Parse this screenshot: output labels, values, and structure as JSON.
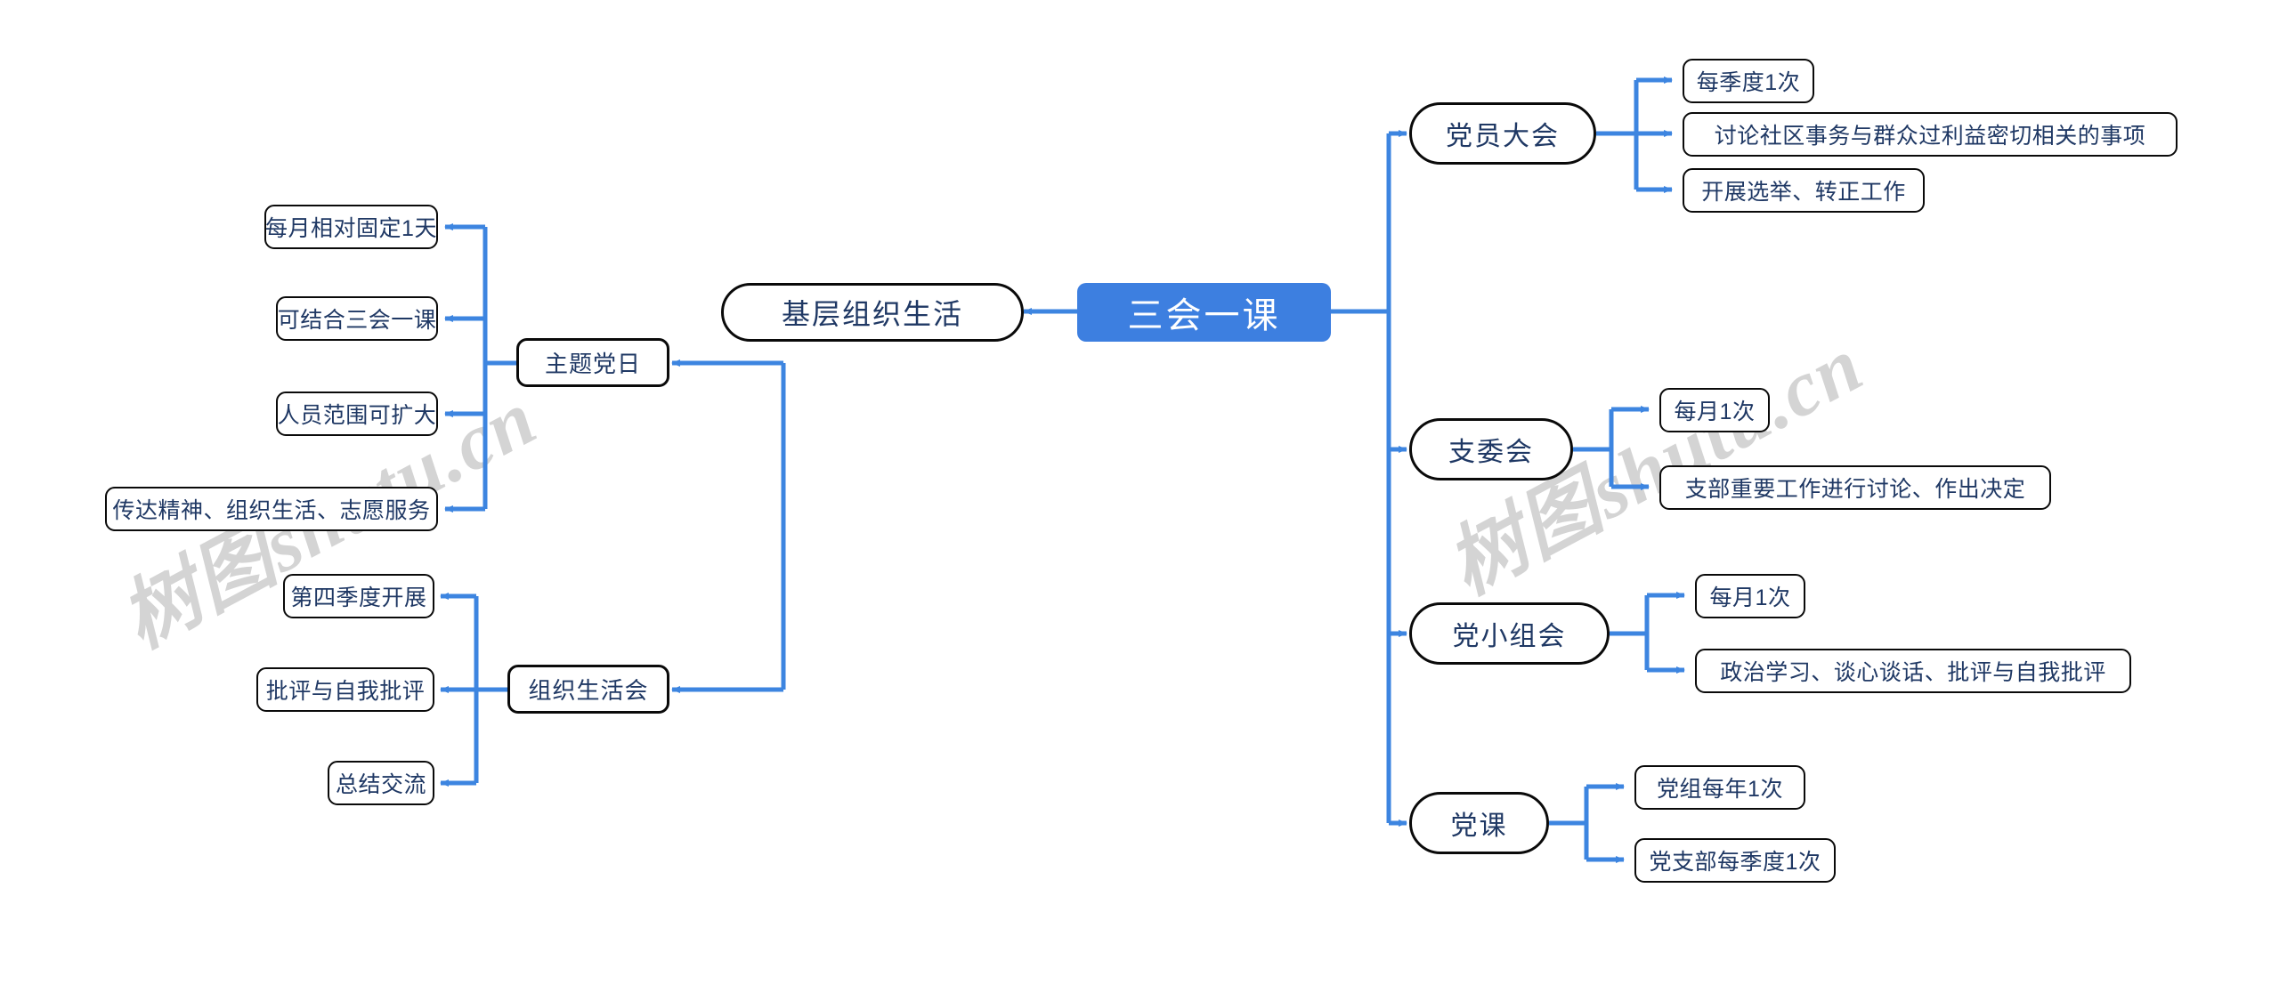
{
  "meta": {
    "title": "三会一课",
    "watermark_text": "树图shutu.cn",
    "colors": {
      "root_fill": "#3d7fe0",
      "root_text": "#ffffff",
      "node_text": "#1f3864",
      "node_border": "#0a0a0a",
      "edge": "#3d85e0",
      "background": "#ffffff",
      "watermark": "#d4d4d4"
    }
  },
  "root": {
    "label": "三会一课"
  },
  "left_branch": {
    "label": "基层组织生活",
    "children": [
      {
        "label": "主题党日",
        "children": [
          {
            "label": "每月相对固定1天"
          },
          {
            "label": "可结合三会一课"
          },
          {
            "label": "人员范围可扩大"
          },
          {
            "label": "传达精神、组织生活、志愿服务"
          }
        ]
      },
      {
        "label": "组织生活会",
        "children": [
          {
            "label": "第四季度开展"
          },
          {
            "label": "批评与自我批评"
          },
          {
            "label": "总结交流"
          }
        ]
      }
    ]
  },
  "right_branch": {
    "children": [
      {
        "label": "党员大会",
        "children": [
          {
            "label": "每季度1次"
          },
          {
            "label": "讨论社区事务与群众过利益密切相关的事项"
          },
          {
            "label": "开展选举、转正工作"
          }
        ]
      },
      {
        "label": "支委会",
        "children": [
          {
            "label": "每月1次"
          },
          {
            "label": "支部重要工作进行讨论、作出决定"
          }
        ]
      },
      {
        "label": "党小组会",
        "children": [
          {
            "label": "每月1次"
          },
          {
            "label": "政治学习、谈心谈话、批评与自我批评"
          }
        ]
      },
      {
        "label": "党课",
        "children": [
          {
            "label": "党组每年1次"
          },
          {
            "label": "党支部每季度1次"
          }
        ]
      }
    ]
  }
}
